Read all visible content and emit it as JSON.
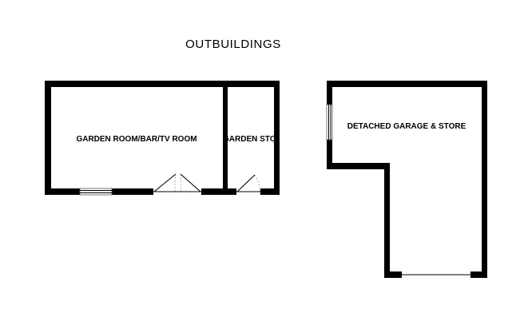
{
  "plan": {
    "title": "OUTBUILDINGS",
    "rooms": {
      "garden_room": "GARDEN ROOM/BAR/TV ROOM",
      "garden_store": "GARDEN STORE",
      "detached_garage": "DETACHED GARAGE & STORE"
    }
  },
  "colors": {
    "wall": "#000000",
    "background": "#ffffff"
  }
}
